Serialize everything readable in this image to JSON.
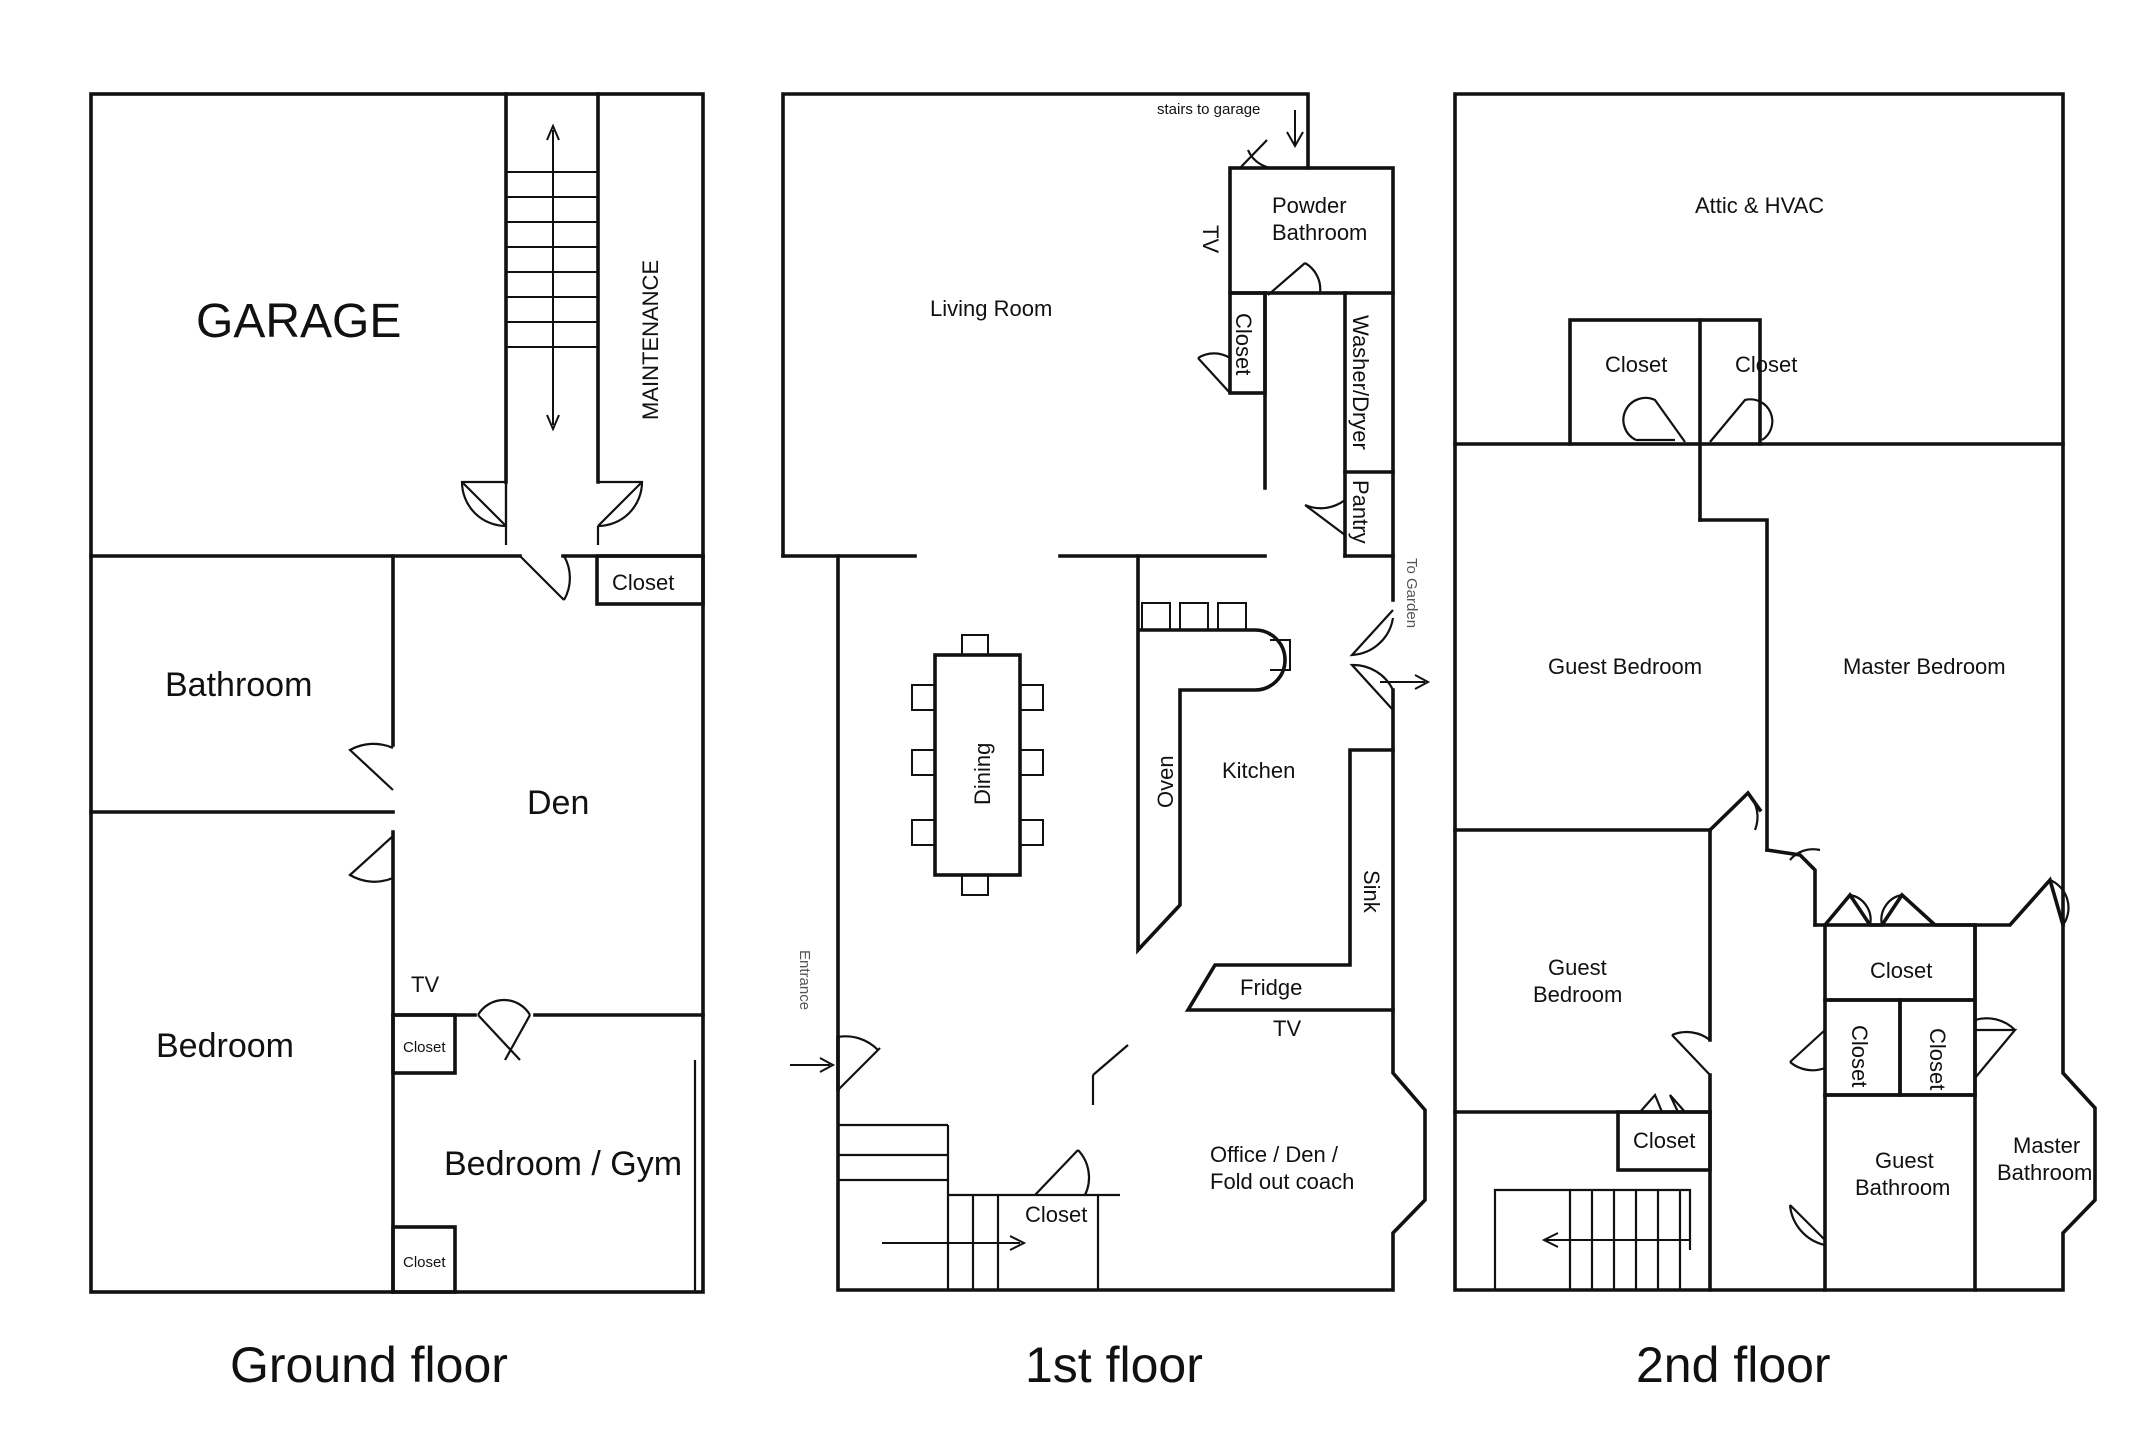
{
  "floors": [
    {
      "title": "Ground floor",
      "rooms": {
        "garage": "GARAGE",
        "maintenance": "MAINTENANCE",
        "closet": "Closet",
        "bathroom": "Bathroom",
        "den": "Den",
        "bedroom": "Bedroom",
        "tv": "TV",
        "closet_small_1": "Closet",
        "bedroom_gym": "Bedroom / Gym",
        "closet_small_2": "Closet"
      }
    },
    {
      "title": "1st floor",
      "rooms": {
        "stairs_to_garage": "stairs to garage",
        "powder_bathroom_1": "Powder",
        "powder_bathroom_2": "Bathroom",
        "tv_top": "TV",
        "living_room": "Living Room",
        "closet": "Closet",
        "washer_dryer": "Washer/Dryer",
        "pantry": "Pantry",
        "to_garden": "To Garden",
        "dining": "Dining",
        "oven": "Oven",
        "kitchen": "Kitchen",
        "sink": "Sink",
        "fridge": "Fridge",
        "tv_bottom": "TV",
        "entrance": "Entrance",
        "office_1": "Office / Den /",
        "office_2": "Fold out coach",
        "closet_bottom": "Closet"
      }
    },
    {
      "title": "2nd floor",
      "rooms": {
        "attic": "Attic & HVAC",
        "closet_left": "Closet",
        "closet_right": "Closet",
        "guest_bedroom_1": "Guest Bedroom",
        "master_bedroom": "Master Bedroom",
        "guest_bedroom_2a": "Guest",
        "guest_bedroom_2b": "Bedroom",
        "closet_mid": "Closet",
        "closet_v1": "Closet",
        "closet_v2": "Closet",
        "closet_lower": "Closet",
        "guest_bath_a": "Guest",
        "guest_bath_b": "Bathroom",
        "master_bath_a": "Master",
        "master_bath_b": "Bathroom"
      }
    }
  ]
}
